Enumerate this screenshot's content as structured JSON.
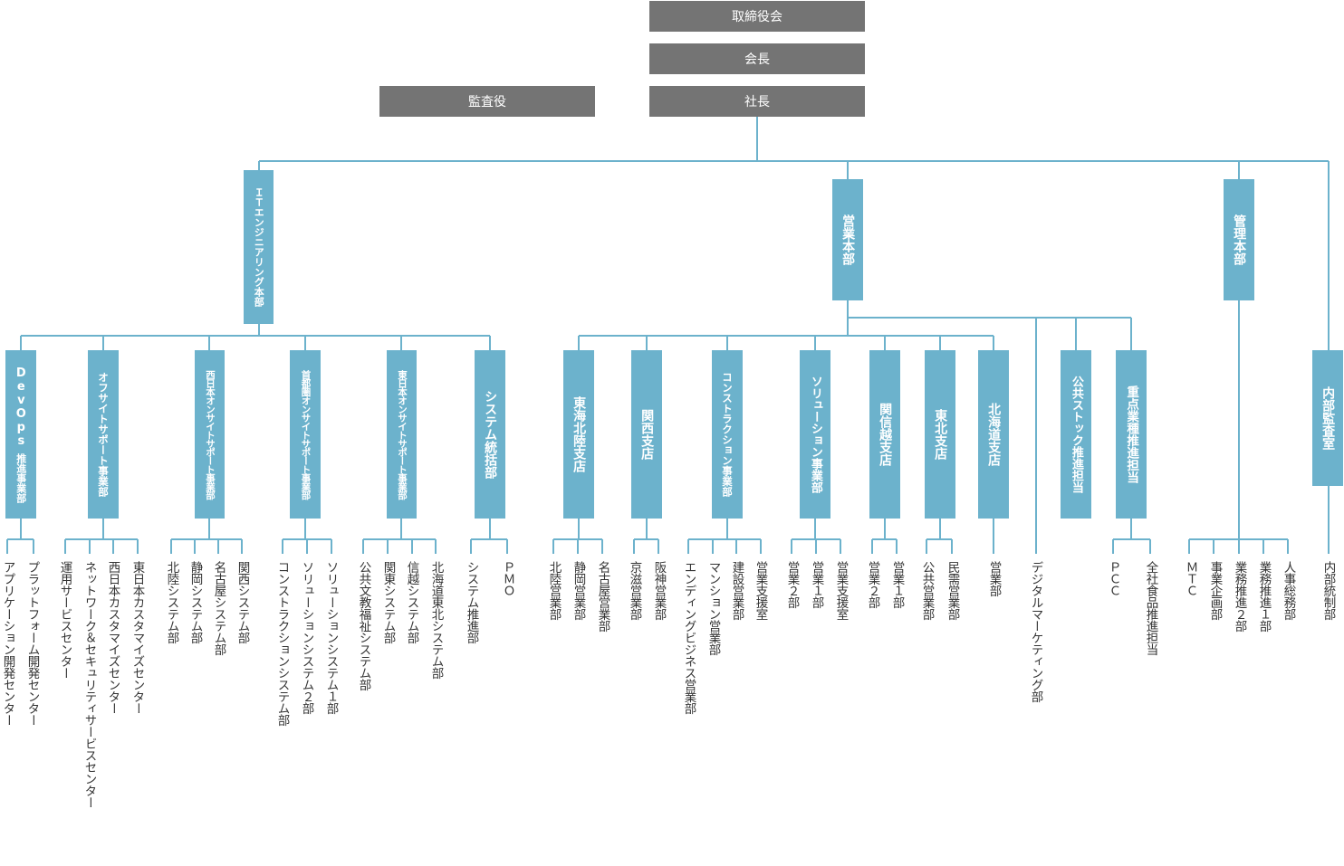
{
  "top": {
    "board": "取締役会",
    "chairman": "会長",
    "president": "社長",
    "auditor": "監査役"
  },
  "hq": {
    "it": "ＩＴエンジニアリング本部",
    "sales": "営業本部",
    "admin": "管理本部",
    "audit": "内部監査室"
  },
  "it_units": [
    {
      "name_a": "DevOps",
      "name_b": "推進事業部",
      "leaves": [
        "アプリケーション開発センター",
        "プラットフォーム開発センター"
      ]
    },
    {
      "name": "オフサイトサポート事業部",
      "leaves": [
        "運用サービスセンター",
        "ネットワーク＆セキュリティサービスセンター",
        "西日本カスタマイズセンター",
        "東日本カスタマイズセンター"
      ]
    },
    {
      "name": "西日本オンサイトサポート事業部",
      "leaves": [
        "北陸システム部",
        "静岡システム部",
        "名古屋システム部",
        "関西システム部"
      ]
    },
    {
      "name": "首都圏オンサイトサポート事業部",
      "leaves": [
        "コンストラクションシステム部",
        "ソリューションシステム２部",
        "ソリューションシステム１部"
      ]
    },
    {
      "name": "東日本オンサイトサポート事業部",
      "leaves": [
        "公共文教福祉システム部",
        "関東システム部",
        "信越システム部",
        "北海道東北システム部"
      ]
    },
    {
      "name": "システム統括部",
      "leaves": [
        "システム推進部",
        "ＰＭＯ"
      ]
    }
  ],
  "sales_units": [
    {
      "name": "東海北陸支店",
      "leaves": [
        "北陸営業部",
        "静岡営業部",
        "名古屋営業部"
      ]
    },
    {
      "name": "関西支店",
      "leaves": [
        "京滋営業部",
        "阪神営業部"
      ]
    },
    {
      "name": "コンストラクション事業部",
      "leaves": [
        "エンディングビジネス営業部",
        "マンション営業部",
        "建設営業部",
        "営業支援室"
      ]
    },
    {
      "name": "ソリューション事業部",
      "leaves": [
        "営業２部",
        "営業１部",
        "営業支援室"
      ]
    },
    {
      "name": "関信越支店",
      "leaves": [
        "営業２部",
        "営業１部"
      ]
    },
    {
      "name": "東北支店",
      "leaves": [
        "公共営業部",
        "民需営業部"
      ]
    },
    {
      "name": "北海道支店",
      "leaves": [
        "営業部"
      ]
    },
    {
      "leaf": "デジタルマーケティング部"
    },
    {
      "name": "公共ストック推進担当"
    },
    {
      "name": "重点業種推進担当",
      "leaves": [
        "ＰＣＣ",
        "全社食品推進担当"
      ]
    }
  ],
  "admin_leaves": [
    "ＭＴＣ",
    "事業企画部",
    "業務推進２部",
    "業務推進１部",
    "人事総務部"
  ],
  "audit_leaves": [
    "内部統制部"
  ],
  "colors": {
    "box_gray": "#747474",
    "box_blue": "#6cb2cc",
    "line": "#6cb2cc",
    "text": "#333333"
  }
}
